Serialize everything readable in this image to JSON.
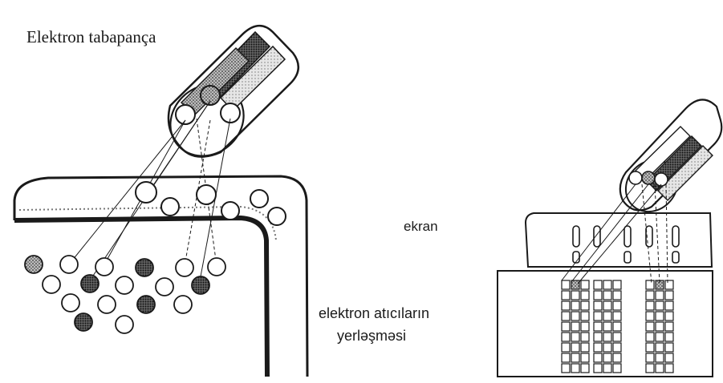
{
  "labels": {
    "gun_title": "Elektron tabapança",
    "screen": "ekran",
    "layout_line1": "elektron atıcıların",
    "layout_line2": "yerləşməsi"
  },
  "colors": {
    "ink": "#1a1a1a",
    "paper": "#ffffff",
    "shade": "#9a9a9a"
  }
}
